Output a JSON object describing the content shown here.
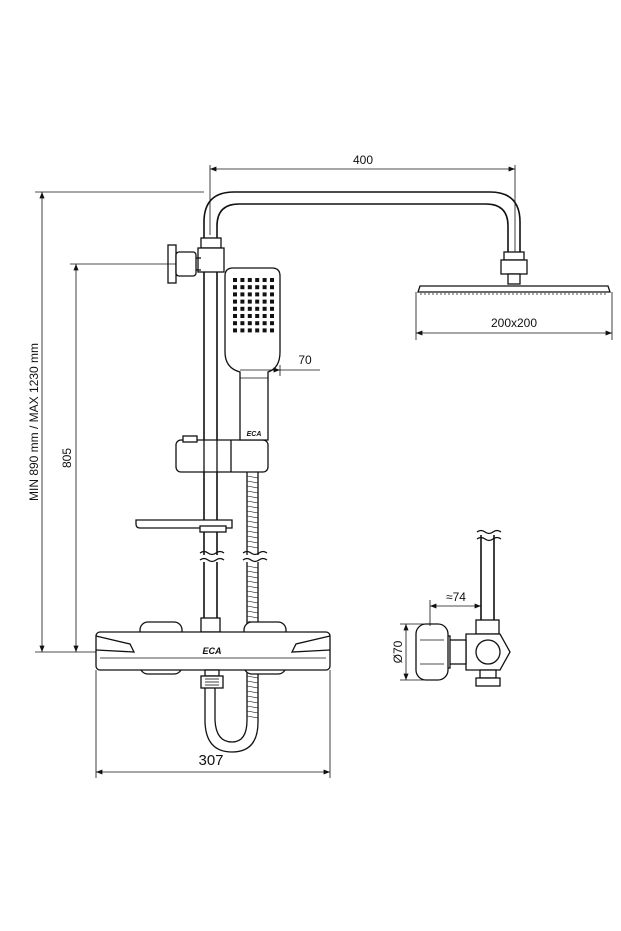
{
  "dimensions": {
    "arm_length": "400",
    "shower_head_size": "200x200",
    "hand_shower_width": "70",
    "height_range": "MIN 890 mm / MAX 1230 mm",
    "bracket_height": "805",
    "mixer_width": "307",
    "wall_offset": "≈74",
    "mixer_diameter": "Ø70"
  },
  "logo": "ECA"
}
